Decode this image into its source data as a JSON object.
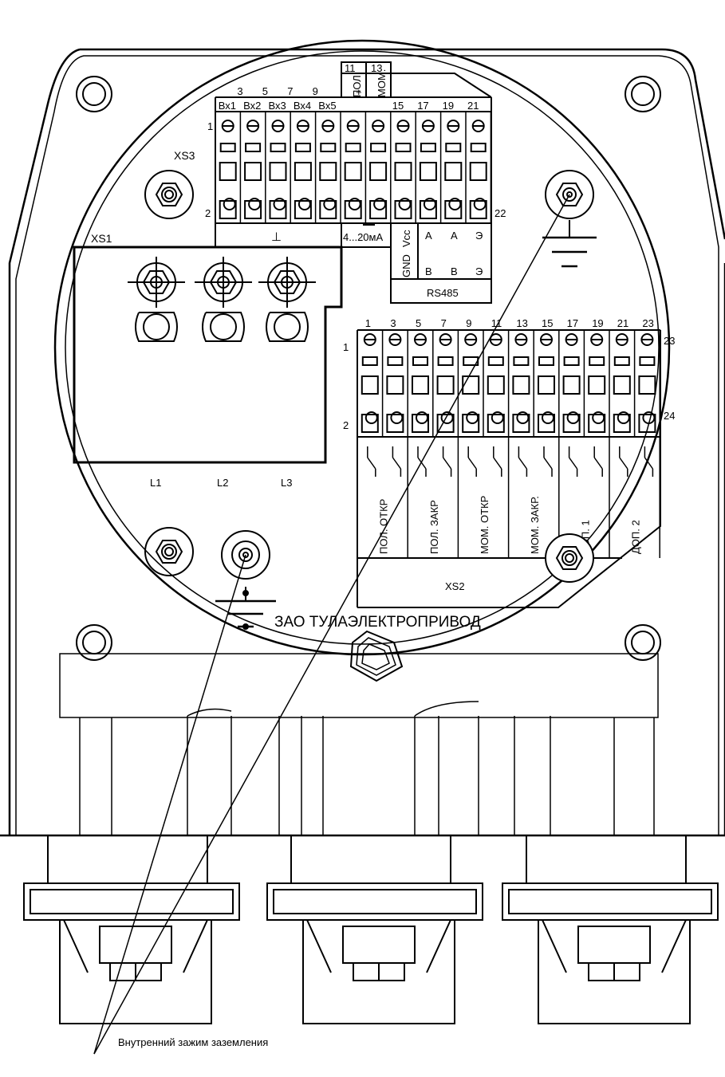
{
  "connector_xs3": {
    "name": "XS3",
    "top_numbers": [
      "3",
      "5",
      "7",
      "9",
      "11",
      "13",
      "15",
      "17",
      "19",
      "21"
    ],
    "inputs": [
      "Вх1",
      "Вх2",
      "Вх3",
      "Вх4",
      "Вх5"
    ],
    "pol_label": "ПОЛ.",
    "mom_label": "МОМ.",
    "plus_sign": "+",
    "row_first": "1",
    "row_second": "2",
    "end_right": "22",
    "ground_symbol": "⊥",
    "current_range": "4...20мА",
    "gnd_label": "GND",
    "vcc_label": "Vcc",
    "a_labels": [
      "А",
      "А",
      "Э"
    ],
    "b_labels": [
      "В",
      "В",
      "Э"
    ],
    "bus_label": "RS485"
  },
  "connector_xs1": {
    "name": "XS1",
    "phases": [
      "L1",
      "L2",
      "L3"
    ]
  },
  "connector_xs2": {
    "name": "XS2",
    "top_numbers": [
      "1",
      "3",
      "5",
      "7",
      "9",
      "11",
      "13",
      "15",
      "17",
      "19",
      "21",
      "23"
    ],
    "row_first": "1",
    "row_second": "2",
    "end_top": "23",
    "end_bottom": "24",
    "groups": [
      "ПОЛ. ОТКР",
      "ПОЛ. ЗАКР",
      "МОМ. ОТКР",
      "МОМ. ЗАКР.",
      "ДОП. 1",
      "ДОП. 2"
    ]
  },
  "manufacturer": "ЗАО ТУЛАЭЛЕКТРОПРИВОД",
  "ground_note": "Внутренний зажим заземления"
}
